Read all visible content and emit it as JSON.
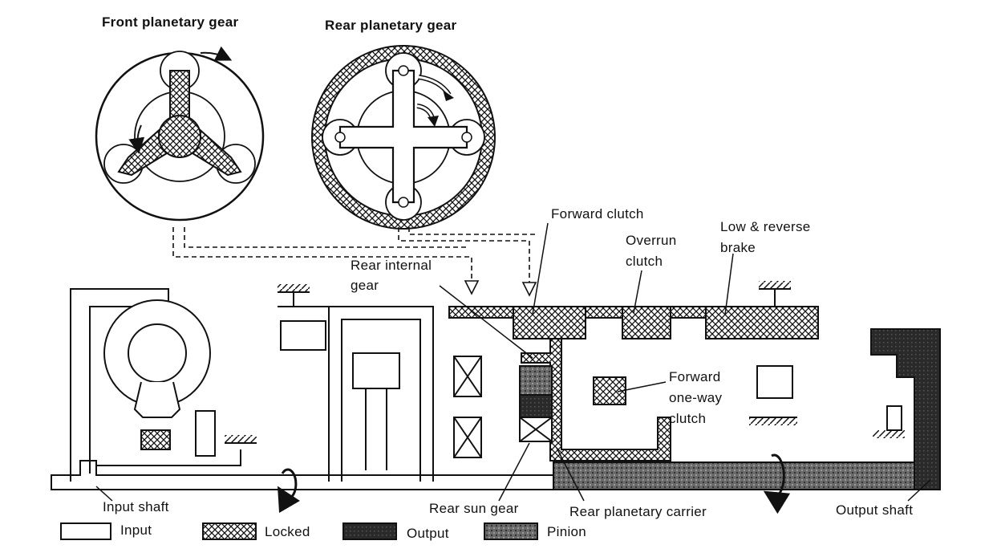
{
  "labels": {
    "front_planetary_gear": "Front planetary gear",
    "rear_planetary_gear": "Rear planetary gear",
    "forward_clutch": "Forward clutch",
    "overrun_clutch_1": "Overrun",
    "overrun_clutch_2": "clutch",
    "low_reverse_1": "Low & reverse",
    "low_reverse_2": "brake",
    "rear_internal_1": "Rear internal",
    "rear_internal_2": "gear",
    "forward_oneway_1": "Forward",
    "forward_oneway_2": "one-way",
    "forward_oneway_3": "clutch",
    "input_shaft": "Input shaft",
    "rear_sun_gear": "Rear sun gear",
    "rear_planetary_carrier": "Rear planetary carrier",
    "output_shaft": "Output shaft"
  },
  "legend": [
    {
      "label": "Input",
      "pattern": "input"
    },
    {
      "label": "Locked",
      "pattern": "locked"
    },
    {
      "label": "Output",
      "pattern": "output"
    },
    {
      "label": "Pinion",
      "pattern": "pinion"
    }
  ],
  "colors": {
    "ink": "#111111",
    "output_fill": "#2b2b2b",
    "pinion_fill": "#5a5a5a",
    "input_fill": "#ffffff"
  }
}
